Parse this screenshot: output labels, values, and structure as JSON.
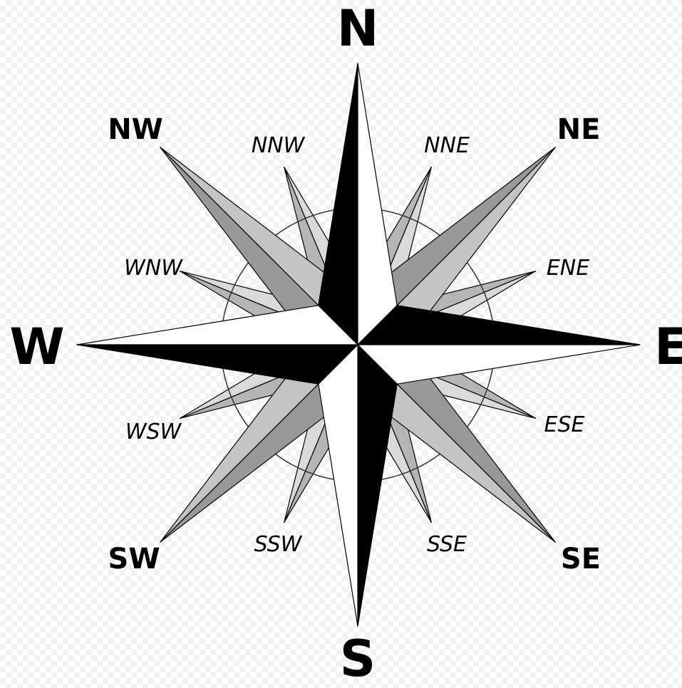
{
  "colors": {
    "cardinal_dark": "#000000",
    "cardinal_light": "#ffffff",
    "intercardinal_dark": "#999999",
    "intercardinal_light": "#c4c4c4",
    "minor_dark": "#b5b5b5",
    "minor_light": "#dadada",
    "ring": "#333333"
  },
  "labels": {
    "cardinal": {
      "n": "N",
      "e": "E",
      "s": "S",
      "w": "W"
    },
    "intercardinal": {
      "ne": "NE",
      "se": "SE",
      "sw": "SW",
      "nw": "NW"
    },
    "minor": {
      "nne": "NNE",
      "ene": "ENE",
      "ese": "ESE",
      "sse": "SSE",
      "ssw": "SSW",
      "wsw": "WSW",
      "wnw": "WNW",
      "nnw": "NNW"
    }
  }
}
